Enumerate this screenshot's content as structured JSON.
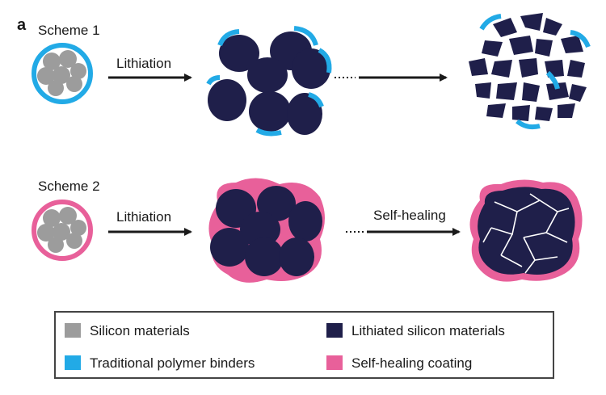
{
  "panel_label": "a",
  "scheme1": {
    "title": "Scheme 1",
    "step_label": "Lithiation"
  },
  "scheme2": {
    "title": "Scheme 2",
    "step_label": "Lithiation",
    "second_step_label": "Self-healing"
  },
  "legend": {
    "items": [
      {
        "label": "Silicon materials",
        "color": "#9c9c9c"
      },
      {
        "label": "Lithiated silicon materials",
        "color": "#1f1f4a"
      },
      {
        "label": "Traditional polymer binders",
        "color": "#22aae6"
      },
      {
        "label": "Self-healing coating",
        "color": "#e8609a"
      }
    ]
  },
  "colors": {
    "silicon": "#9c9c9c",
    "lithiated": "#1f1f4a",
    "binder": "#22aae6",
    "coating": "#e8609a",
    "arrow": "#1a1a1a"
  }
}
